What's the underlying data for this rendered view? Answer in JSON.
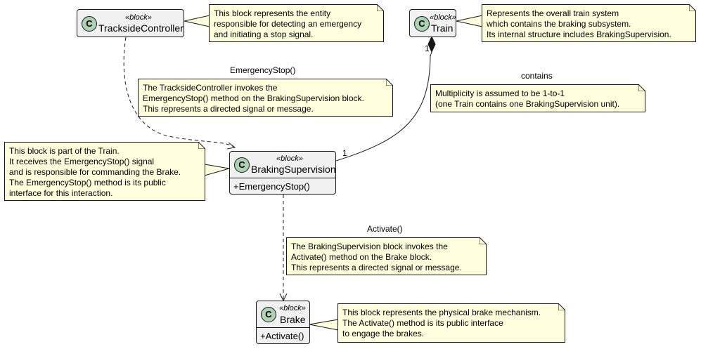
{
  "classes": {
    "trackside": {
      "icon": "C",
      "stereotype": "«block»",
      "name": "TracksideController",
      "members": []
    },
    "train": {
      "icon": "C",
      "stereotype": "«block»",
      "name": "Train",
      "members": []
    },
    "braking": {
      "icon": "C",
      "stereotype": "«block»",
      "name": "BrakingSupervision",
      "members": [
        "+EmergencyStop()"
      ]
    },
    "brake": {
      "icon": "C",
      "stereotype": "«block»",
      "name": "Brake",
      "members": [
        "+Activate()"
      ]
    }
  },
  "notes": {
    "trackside": [
      "This block represents the entity",
      "responsible for detecting an emergency",
      "and initiating a stop signal."
    ],
    "train": [
      "Represents the overall train system",
      "which contains the braking subsystem.",
      "Its internal structure includes BrakingSupervision."
    ],
    "emergency": [
      "The TracksideController invokes the",
      "EmergencyStop() method on the BrakingSupervision block.",
      "This represents a directed signal or message."
    ],
    "multiplicity": [
      "Multiplicity is assumed to be 1-to-1",
      "(one Train contains one BrakingSupervision unit)."
    ],
    "braking": [
      "This block is part of the Train.",
      "It receives the EmergencyStop() signal",
      "and is responsible for commanding the Brake.",
      "The EmergencyStop() method is its public",
      "interface for this interaction."
    ],
    "activate": [
      "The BrakingSupervision block invokes the",
      "Activate() method on the Brake block.",
      "This represents a directed signal or message."
    ],
    "brake": [
      "This block represents the physical brake mechanism.",
      "The Activate() method is its public interface",
      "to engage the brakes."
    ]
  },
  "edges": {
    "emergency_label": "EmergencyStop()",
    "contains_label": "contains",
    "activate_label": "Activate()",
    "composition_source_mult": "1",
    "composition_target_mult": "1"
  }
}
